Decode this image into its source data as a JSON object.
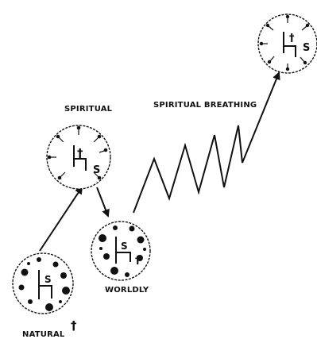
{
  "labels": {
    "spiritual": "SPIRITUAL",
    "breathing": "SPIRITUAL BREATHING",
    "worldly": "WORLDLY",
    "natural": "NATURAL"
  },
  "symbols": {
    "cross": "†",
    "self": "S"
  },
  "colors": {
    "ink": "#111111",
    "background": "#ffffff"
  }
}
